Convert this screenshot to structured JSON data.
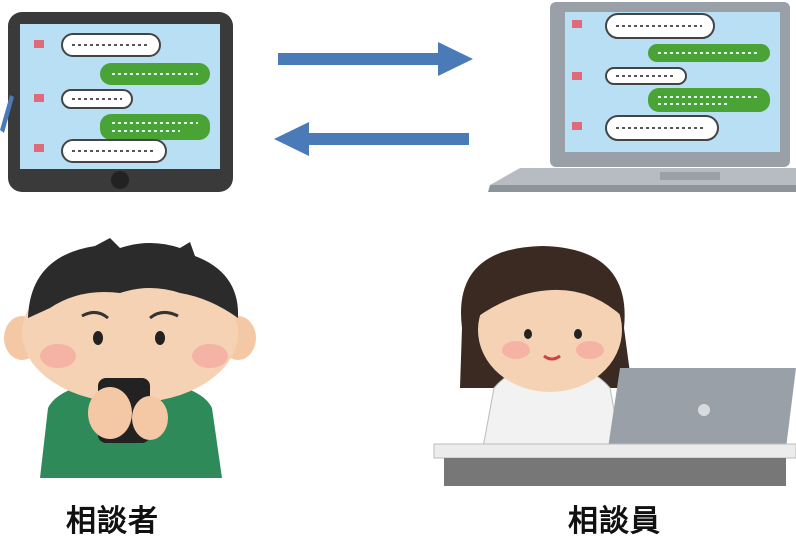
{
  "captions": {
    "consulter": "相談者",
    "counselor": "相談員"
  },
  "colors": {
    "arrow": "#4a7ab8",
    "screen": "#b9dff5",
    "chat_bubble_green": "#4aa435",
    "phone_body": "#3a3a3a",
    "laptop_body": "#9aa0a8",
    "boy_shirt": "#2f8a5a",
    "woman_coat": "#f2f2f2"
  },
  "icons": [
    "smartphone-illustration",
    "laptop-illustration",
    "arrow-right-icon",
    "arrow-left-icon",
    "worried-boy-illustration",
    "counselor-woman-illustration"
  ]
}
